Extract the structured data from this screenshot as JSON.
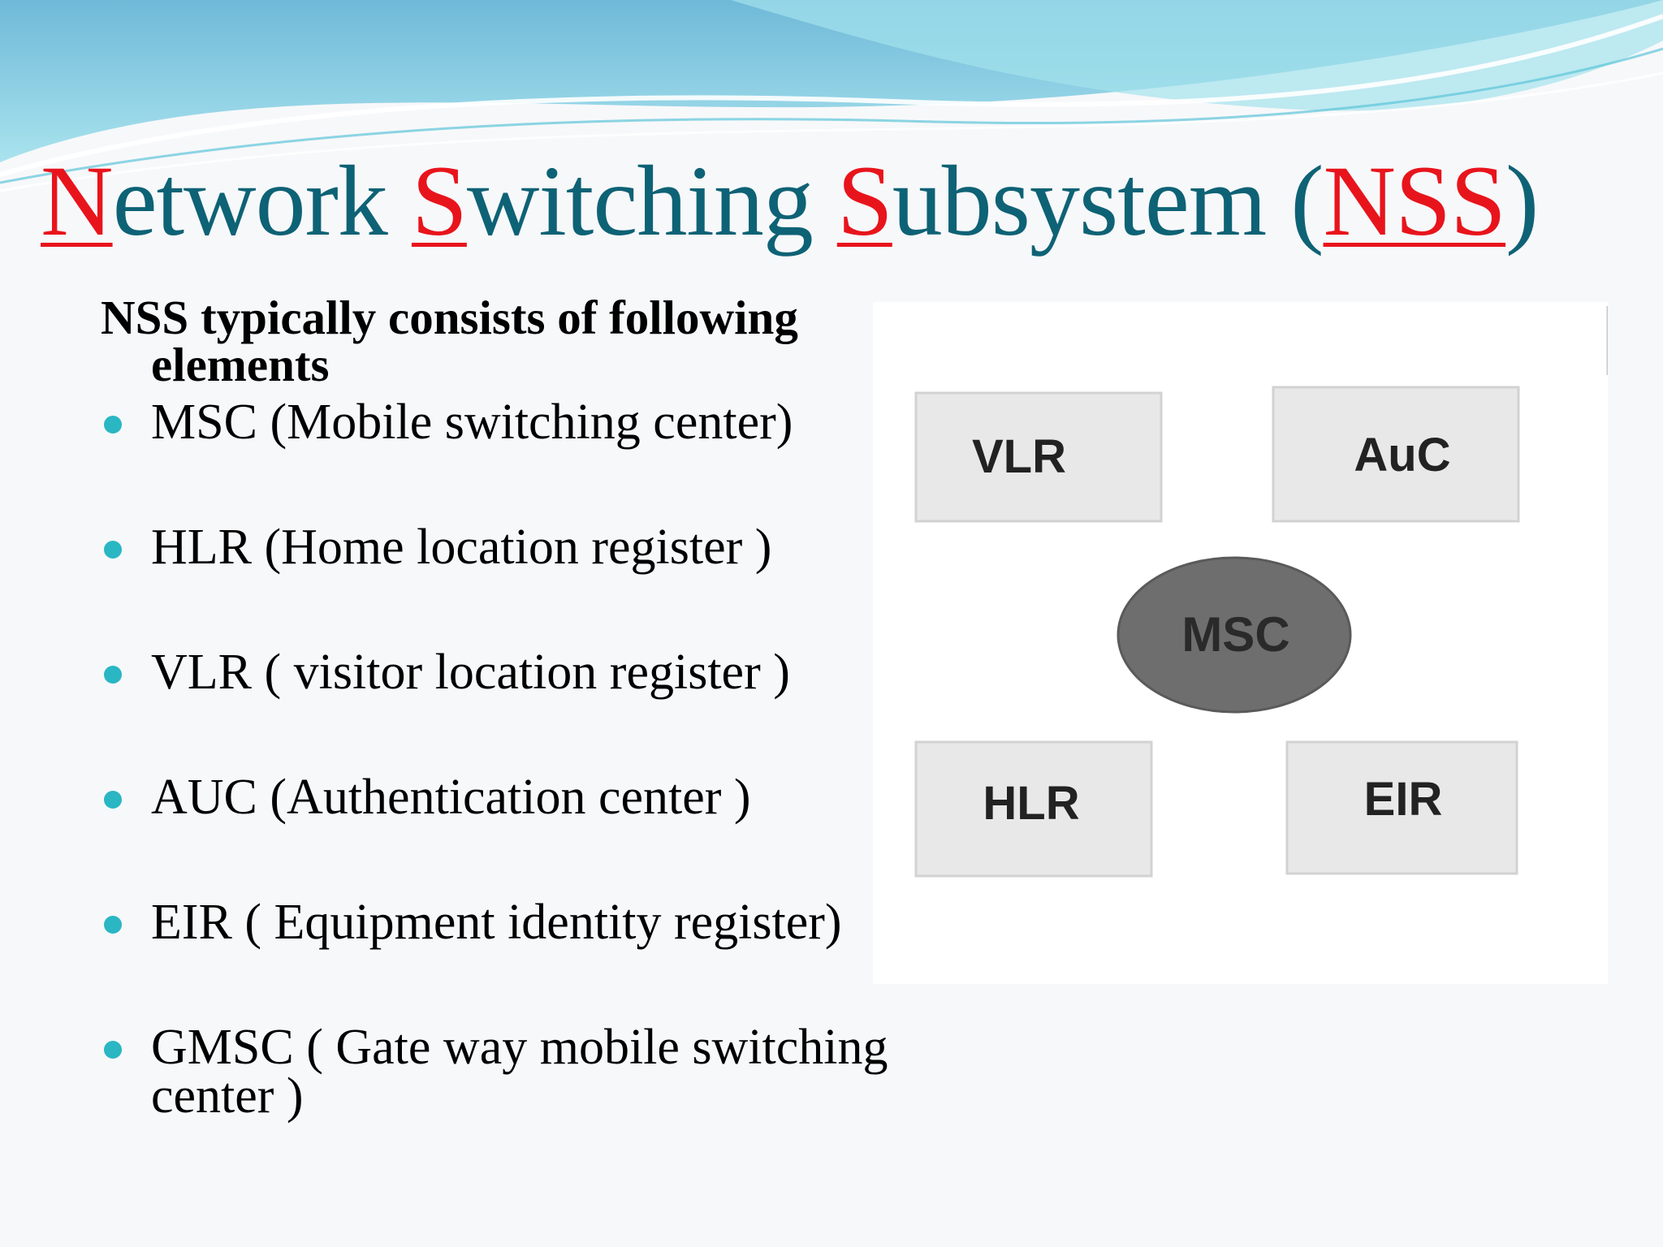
{
  "slide": {
    "title_parts": [
      "N",
      "etwork ",
      "S",
      "witching ",
      "S",
      "ubsystem (",
      "NSS",
      ")"
    ],
    "accent_color": "#e8141c",
    "title_color": "#0e6275",
    "bullet_color": "#2ab6c3",
    "intro": "NSS typically consists of following elements",
    "bullets": [
      "MSC  (Mobile switching center)",
      "HLR (Home location register )",
      "VLR ( visitor location register )",
      "AUC (Authentication center )",
      "EIR ( Equipment identity register)",
      "GMSC ( Gate way mobile switching center )"
    ]
  },
  "diagram": {
    "center": "MSC",
    "boxes": [
      "VLR",
      "AuC",
      "HLR",
      "EIR"
    ]
  }
}
